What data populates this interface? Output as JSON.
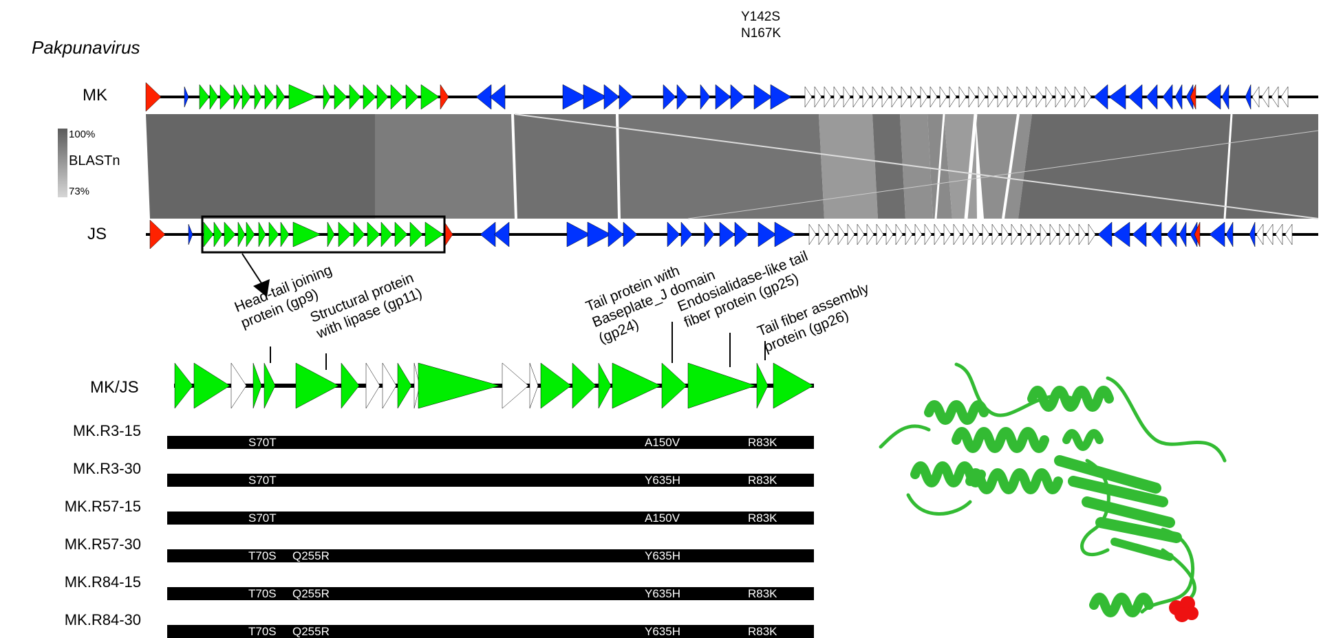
{
  "top_mutations": [
    "Y142S",
    "N167K"
  ],
  "genus": "Pakpunavirus",
  "tracks": {
    "mk": "MK",
    "js": "JS",
    "detail": "MK/JS"
  },
  "legend": {
    "max": "100%",
    "label": "BLASTn",
    "min": "73%"
  },
  "colors": {
    "structural": "#00ee00",
    "blue_genes": "#0033ff",
    "red_genes": "#ff2200",
    "identity_high": "#5c5c5c",
    "identity_low": "#d6d6d6",
    "protein": "#33bb33",
    "mutation_site": "#ee1111"
  },
  "annotations": [
    "Head-tail joining\nprotein (gp9)",
    "Structural protein\nwith lipase (gp11)",
    "Tail protein with\nBaseplate_J domain\n(gp24)",
    "Endosialidase-like tail\nfiber protein (gp25)",
    "Tail fiber assembly\nprotein (gp26)"
  ],
  "mutants": [
    {
      "name": "MK.R3-15",
      "m1": "S70T",
      "m2": "",
      "m3": "A150V",
      "m4": "R83K"
    },
    {
      "name": "MK.R3-30",
      "m1": "S70T",
      "m2": "",
      "m3": "Y635H",
      "m4": "R83K"
    },
    {
      "name": "MK.R57-15",
      "m1": "S70T",
      "m2": "",
      "m3": "A150V",
      "m4": "R83K"
    },
    {
      "name": "MK.R57-30",
      "m1": "T70S",
      "m2": "Q255R",
      "m3": "Y635H",
      "m4": ""
    },
    {
      "name": "MK.R84-15",
      "m1": "T70S",
      "m2": "Q255R",
      "m3": "Y635H",
      "m4": "R83K"
    },
    {
      "name": "MK.R84-30",
      "m1": "T70S",
      "m2": "Q255R",
      "m3": "Y635H",
      "m4": "R83K"
    }
  ],
  "structure_icon": "protein-ribbon-structure"
}
